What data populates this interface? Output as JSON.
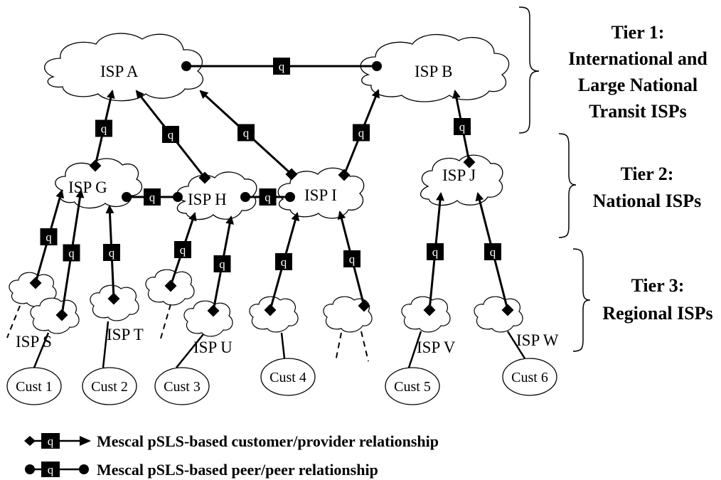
{
  "tiers": [
    {
      "lines": [
        "Tier 1:",
        "International and",
        "Large National",
        "Transit ISPs"
      ]
    },
    {
      "lines": [
        "Tier 2:",
        "National ISPs"
      ]
    },
    {
      "lines": [
        "Tier 3:",
        "Regional ISPs"
      ]
    }
  ],
  "nodes": {
    "isp_a": "ISP A",
    "isp_b": "ISP B",
    "isp_g": "ISP G",
    "isp_h": "ISP H",
    "isp_i": "ISP I",
    "isp_j": "ISP J",
    "isp_s": "ISP S",
    "isp_t": "ISP T",
    "isp_u": "ISP U",
    "isp_v": "ISP V",
    "isp_w": "ISP W"
  },
  "customers": [
    "Cust 1",
    "Cust 2",
    "Cust 3",
    "Cust 4",
    "Cust 5",
    "Cust 6"
  ],
  "link_label": "q",
  "legend": {
    "customer_provider": "Mescal pSLS-based customer/provider relationship",
    "peer_peer": "Mescal pSLS-based peer/peer relationship"
  }
}
